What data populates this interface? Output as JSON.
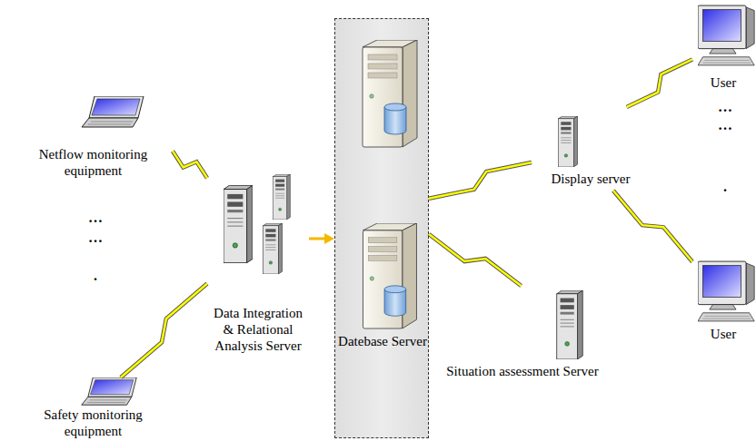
{
  "diagram": {
    "nodes": [
      {
        "text": [
          "Netflow monitoring equipment"
        ]
      },
      {
        "text": [
          "Safety monitoring equipment"
        ]
      },
      {
        "text": [
          "Data Integration & Relational Analysis Server"
        ]
      },
      {
        "text": [
          "Datebase Server"
        ]
      },
      {
        "text": [
          "Display server"
        ]
      },
      {
        "text": [
          "Situation assessment Server"
        ]
      },
      {
        "text": [
          "User"
        ]
      },
      {
        "text": [
          "User"
        ]
      }
    ],
    "edges": [
      {
        "from": 0,
        "to": 2,
        "arrow": "none"
      },
      {
        "from": 1,
        "to": 2,
        "arrow": "none"
      },
      {
        "from": 2,
        "to": 3,
        "arrow": "to"
      },
      {
        "from": 3,
        "to": 4,
        "arrow": "none"
      },
      {
        "from": 3,
        "to": 5,
        "arrow": "none"
      },
      {
        "from": 4,
        "to": 6,
        "arrow": "none"
      },
      {
        "from": 4,
        "to": 7,
        "arrow": "none"
      }
    ],
    "labels": [
      "…",
      "…",
      ".",
      "…",
      "…",
      "."
    ]
  }
}
